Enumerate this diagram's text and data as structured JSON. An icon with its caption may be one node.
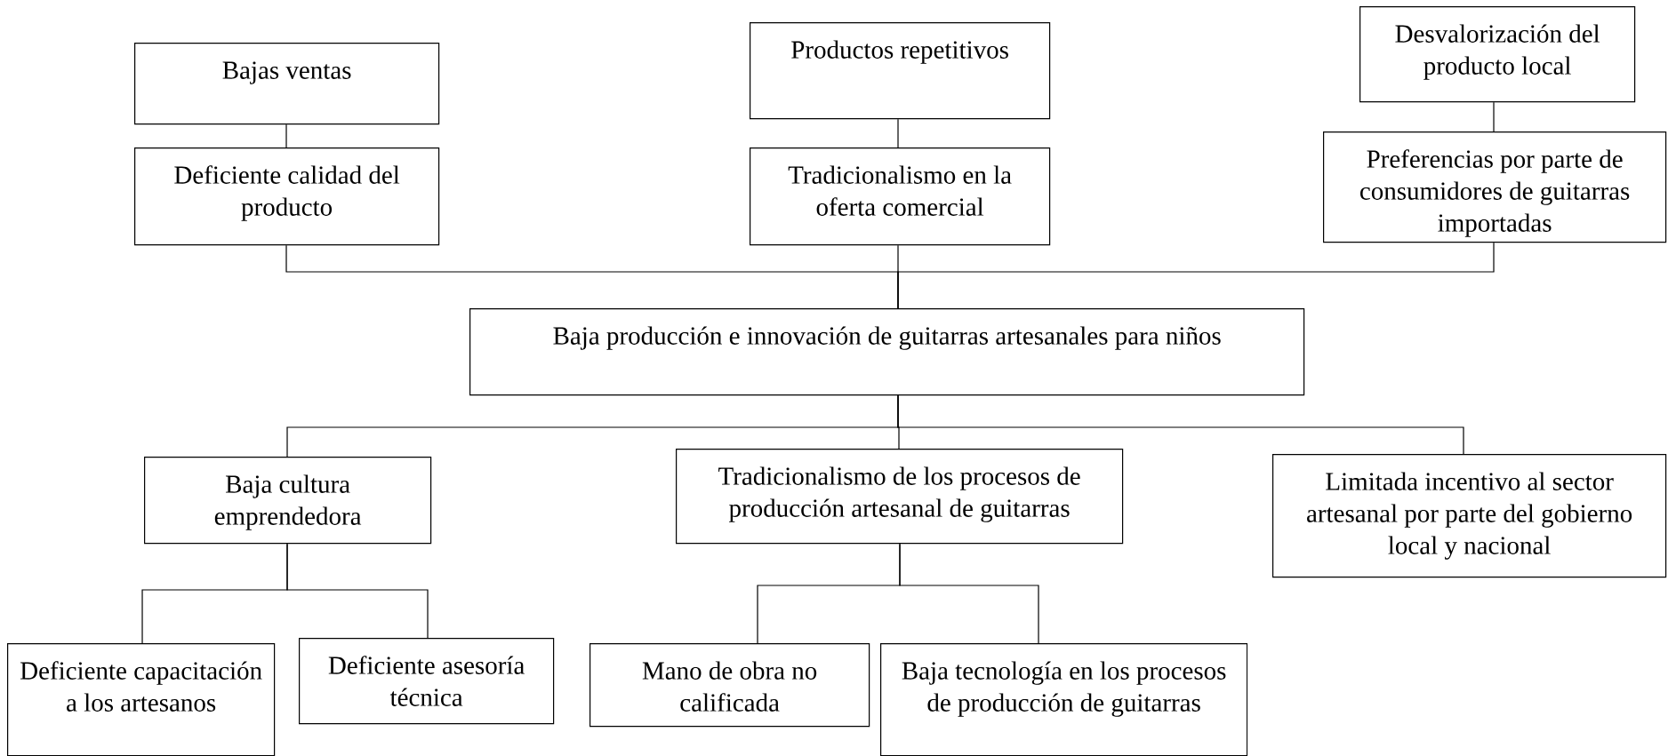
{
  "diagram": {
    "nodes": [
      {
        "text": [
          "Bajas ventas"
        ]
      },
      {
        "text": [
          "Productos repetitivos"
        ]
      },
      {
        "text": [
          "Desvalorización del producto local"
        ]
      },
      {
        "text": [
          "Deficiente calidad del producto"
        ]
      },
      {
        "text": [
          "Tradicionalismo en la oferta comercial"
        ]
      },
      {
        "text": [
          "Preferencias por parte de consumidores de guitarras importadas"
        ]
      },
      {
        "text": [
          "Baja producción e innovación de guitarras artesanales para niños"
        ]
      },
      {
        "text": [
          "Baja cultura emprendedora"
        ]
      },
      {
        "text": [
          "Tradicionalismo de los procesos de producción artesanal de guitarras"
        ]
      },
      {
        "text": [
          "Limitada incentivo al sector artesanal por parte del gobierno local y nacional"
        ]
      },
      {
        "text": [
          "Deficiente capacitación a los artesanos"
        ]
      },
      {
        "text": [
          "Deficiente asesoría técnica"
        ]
      },
      {
        "text": [
          "Mano de obra no calificada"
        ]
      },
      {
        "text": [
          "Baja tecnología en los procesos de producción de guitarras"
        ]
      }
    ],
    "edges": [
      {
        "from": 3,
        "to": 0,
        "arrow": "none"
      },
      {
        "from": 4,
        "to": 1,
        "arrow": "none"
      },
      {
        "from": 5,
        "to": 2,
        "arrow": "none"
      },
      {
        "from": 6,
        "to": 3,
        "arrow": "none"
      },
      {
        "from": 6,
        "to": 4,
        "arrow": "none"
      },
      {
        "from": 6,
        "to": 5,
        "arrow": "none"
      },
      {
        "from": 6,
        "to": 7,
        "arrow": "none"
      },
      {
        "from": 6,
        "to": 8,
        "arrow": "none"
      },
      {
        "from": 6,
        "to": 9,
        "arrow": "none"
      },
      {
        "from": 7,
        "to": 10,
        "arrow": "none"
      },
      {
        "from": 7,
        "to": 11,
        "arrow": "none"
      },
      {
        "from": 8,
        "to": 12,
        "arrow": "none"
      },
      {
        "from": 8,
        "to": 13,
        "arrow": "none"
      }
    ]
  }
}
